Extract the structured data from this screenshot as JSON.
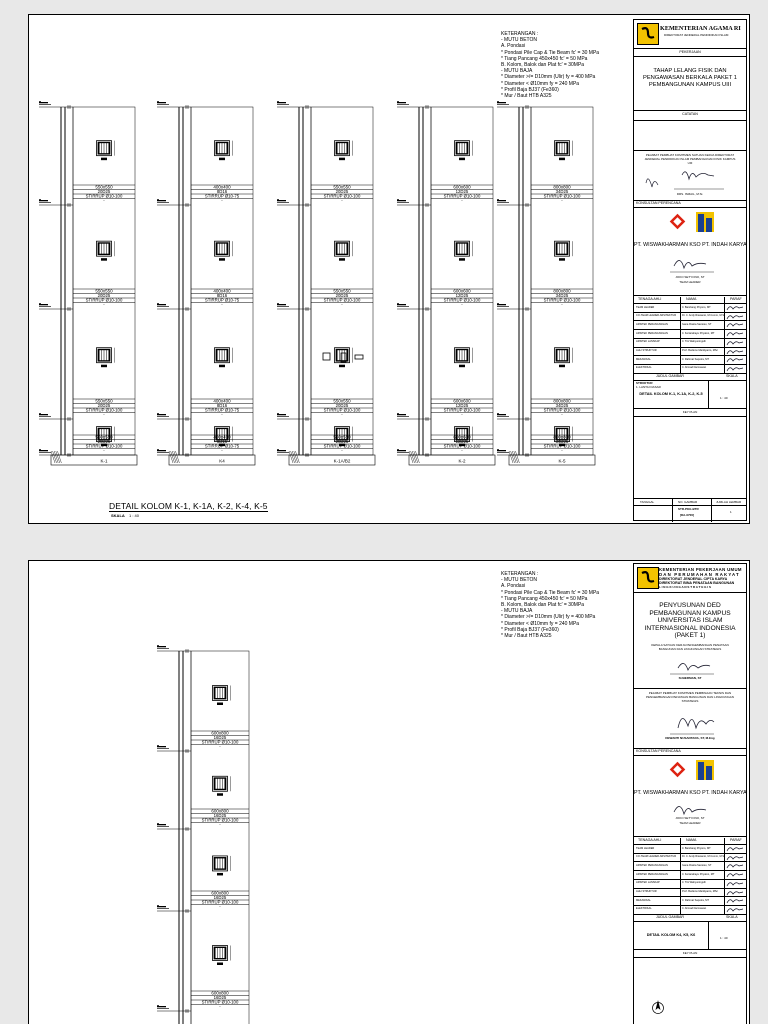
{
  "sheet1": {
    "notes_title": "KETERANGAN :",
    "notes": [
      "- MUTU BETON",
      "  A. Pondasi",
      "     * Pondasi Pile Cap & Tie Beam  fc' = 30 MPa",
      "     * Tiang Pancang 450x450 fc' = 50 MPa",
      "  B. Kolom, Balok dan Plat  fc' = 30MPa",
      "- MUTU BAJA",
      "  * Diameter >/= D10mm (Ulir) fy = 400 MPa",
      "  * Diameter < Ø10mm fy = 240 MPa",
      "  * Profil Baja BJ37 (Fe360)",
      "  * Mur / Baut HTB A325"
    ],
    "drawing_title": "DETAIL KOLOM K-1, K-1A, K-2, K-4, K-5",
    "scale_label": "SKALA",
    "scale_value": "1 : 40",
    "columns": [
      {
        "size": "550x550",
        "bars": "20D25",
        "stirrup": "STIRRUP  Ø10-100",
        "name": "K-1"
      },
      {
        "size": "400x400",
        "bars": "8D16",
        "stirrup": "STIRRUP  Ø10-75",
        "name": "K4"
      },
      {
        "size": "550x550",
        "bars": "20D25",
        "stirrup": "STIRRUP  Ø10-100",
        "name": "K-1A/B2"
      },
      {
        "size": "600x600",
        "bars": "12D25",
        "stirrup": "STIRRUP  Ø10-100",
        "name": "K-2"
      },
      {
        "size": "800x800",
        "bars": "34D25",
        "stirrup": "STIRRUP  Ø10-100",
        "name": "K-5"
      }
    ],
    "titleblock": {
      "org": "KEMENTERIAN AGAMA RI",
      "org_sub": "DIREKTORAT JENDERAL PENDIDIKAN ISLAM",
      "pekerjaan_label": "PEKERJAAN",
      "project": "TAHAP LELANG FISIK DAN PENGAWASAN BERKALA PAKET 1 PEMBANGUNAN KAMPUS UIII",
      "catatan_label": "CATATAN",
      "approver_role": "PEJABAT PEMBUAT KOMITMEN SATUAN KERJA DIREKTORAT JENDERAL PENDIDIKAN ISLAM PEMBANGUNAN FISIK KAMPUS UIII",
      "approver_name": "DRS. ISMAIL, M.Si.",
      "consultant_label": "KONSULTAN PERENCANA",
      "consultant": "PT. WISWAKHARMAN KSO PT. INDAH KARYA",
      "signer": "JOKO SETYONO, ST",
      "signer_title": "TEAM LEADER",
      "tenaga_ahli": "TENAGA AHLI",
      "nama": "NAMA",
      "paraf": "PARAF",
      "judul_label": "JUDUL GAMBAR",
      "skala_label": "SKALA",
      "sub_label": "STRUKTUR",
      "sub_value": "1. LANTAI DASAR",
      "judul_value": "DETAIL KOLOM K-1, K-1A, K-2, K-5",
      "skala_value": "1 : 40",
      "keyplan_label": "KEY PLAN",
      "tanggal_label": "TANGGAL",
      "no_gambar_label": "NO. GAMBAR",
      "jumlah_label": "JUMLAH LEMBAR",
      "no_gambar_value": "STR-PKG-BTR",
      "no_gambar_sub": "[DA-0700]",
      "jumlah_value": "1"
    }
  },
  "sheet2": {
    "notes_title": "KETERANGAN :",
    "notes": [
      "- MUTU BETON",
      "  A. Pondasi",
      "     * Pondasi Pile Cap & Tie Beam  fc' = 30 MPa",
      "     * Tiang Pancang 450x450 fc' = 50 MPa",
      "  B. Kolom, Balok dan Plat  fc' = 30MPa",
      "- MUTU BAJA",
      "  * Diameter >/= D10mm (Ulir) fy = 400 MPa",
      "  * Diameter < Ø10mm fy = 240 MPa",
      "  * Profil Baja BJ37 (Fe360)",
      "  * Mur / Baut HTB A325"
    ],
    "column": {
      "size": "600x800",
      "bars": "16D25",
      "stirrup": "STIRRUP  Ø10-100"
    },
    "titleblock": {
      "org_lines": [
        "KEMENTERIAN PEKERJAAN UMUM",
        "DAN PERUMAHAN RAKYAT",
        "DIREKTORAT JENDERAL CIPTA KARYA",
        "DIREKTORAT BINA PENATAAN BANGUNAN",
        "L I N G K U N G A N   S T R A T E G I S"
      ],
      "project": "PENYUSUNAN DED PEMBANGUNAN KAMPUS UNIVERSITAS ISLAM INTERNASIONAL INDONESIA (PAKET 1)",
      "role1": "KEPALA SATUAN KERJA PENGEMBANGAN PENATAAN BANGUNAN DAN LINGKUNGAN STRATEGIS",
      "name1": "SUHERMAN, ST",
      "role2": "PEJABAT PEMBUAT KOMITMEN PEMBINAAN TEKNIS DAN PENGEMBANGAN PENATAAN BANGUNAN DAN LINGKUNGAN STRATEGIS",
      "name2": "DEWANTI NUSANTARA, ST, M.Eng",
      "consultant_label": "KONSULTAN PERENCANA",
      "consultant": "PT. WISWAKHARMAN KSO PT. INDAH KARYA",
      "signer": "JOKO SETYONO, ST",
      "signer_title": "TEAM LEADER",
      "tenaga_ahli": "TENAGA AHLI",
      "nama": "NAMA",
      "paraf": "PARAF",
      "judul_label": "JUDUL GAMBAR",
      "skala_label": "SKALA",
      "judul_value": "DETAIL KOLOM K4, K5, K6",
      "skala_value": "1 : 40",
      "keyplan_label": "KEY PLAN"
    }
  },
  "team": [
    {
      "role": "TEAM LEADER",
      "name": "Ir. Bambang Priyono, MT"
    },
    {
      "role": "CO-TEAM LEADER ARSITEKTUR",
      "name": "Dr. Ir. Andy Riswanto, M.Comm, M.Sc"
    },
    {
      "role": "ARSITEK PERANCANGAN",
      "name": "Ivana Rosita Santoso, ST"
    },
    {
      "role": "ARSITEK PERANCANGAN",
      "name": "Ir. Kertarahayu Priyatno, MT"
    },
    {
      "role": "ARSITEK LANSKAP",
      "name": "Ir. Tini Wahyuningsih"
    },
    {
      "role": "AHLI STRUKTUR",
      "name": "Prof. Budiono Mardiyanto, MSc"
    },
    {
      "role": "MEKANIKAL",
      "name": "Ir. Rahmat Saputra, MT"
    },
    {
      "role": "ELEKTRIKAL",
      "name": "Ir. Ahmad Darmawan"
    }
  ]
}
